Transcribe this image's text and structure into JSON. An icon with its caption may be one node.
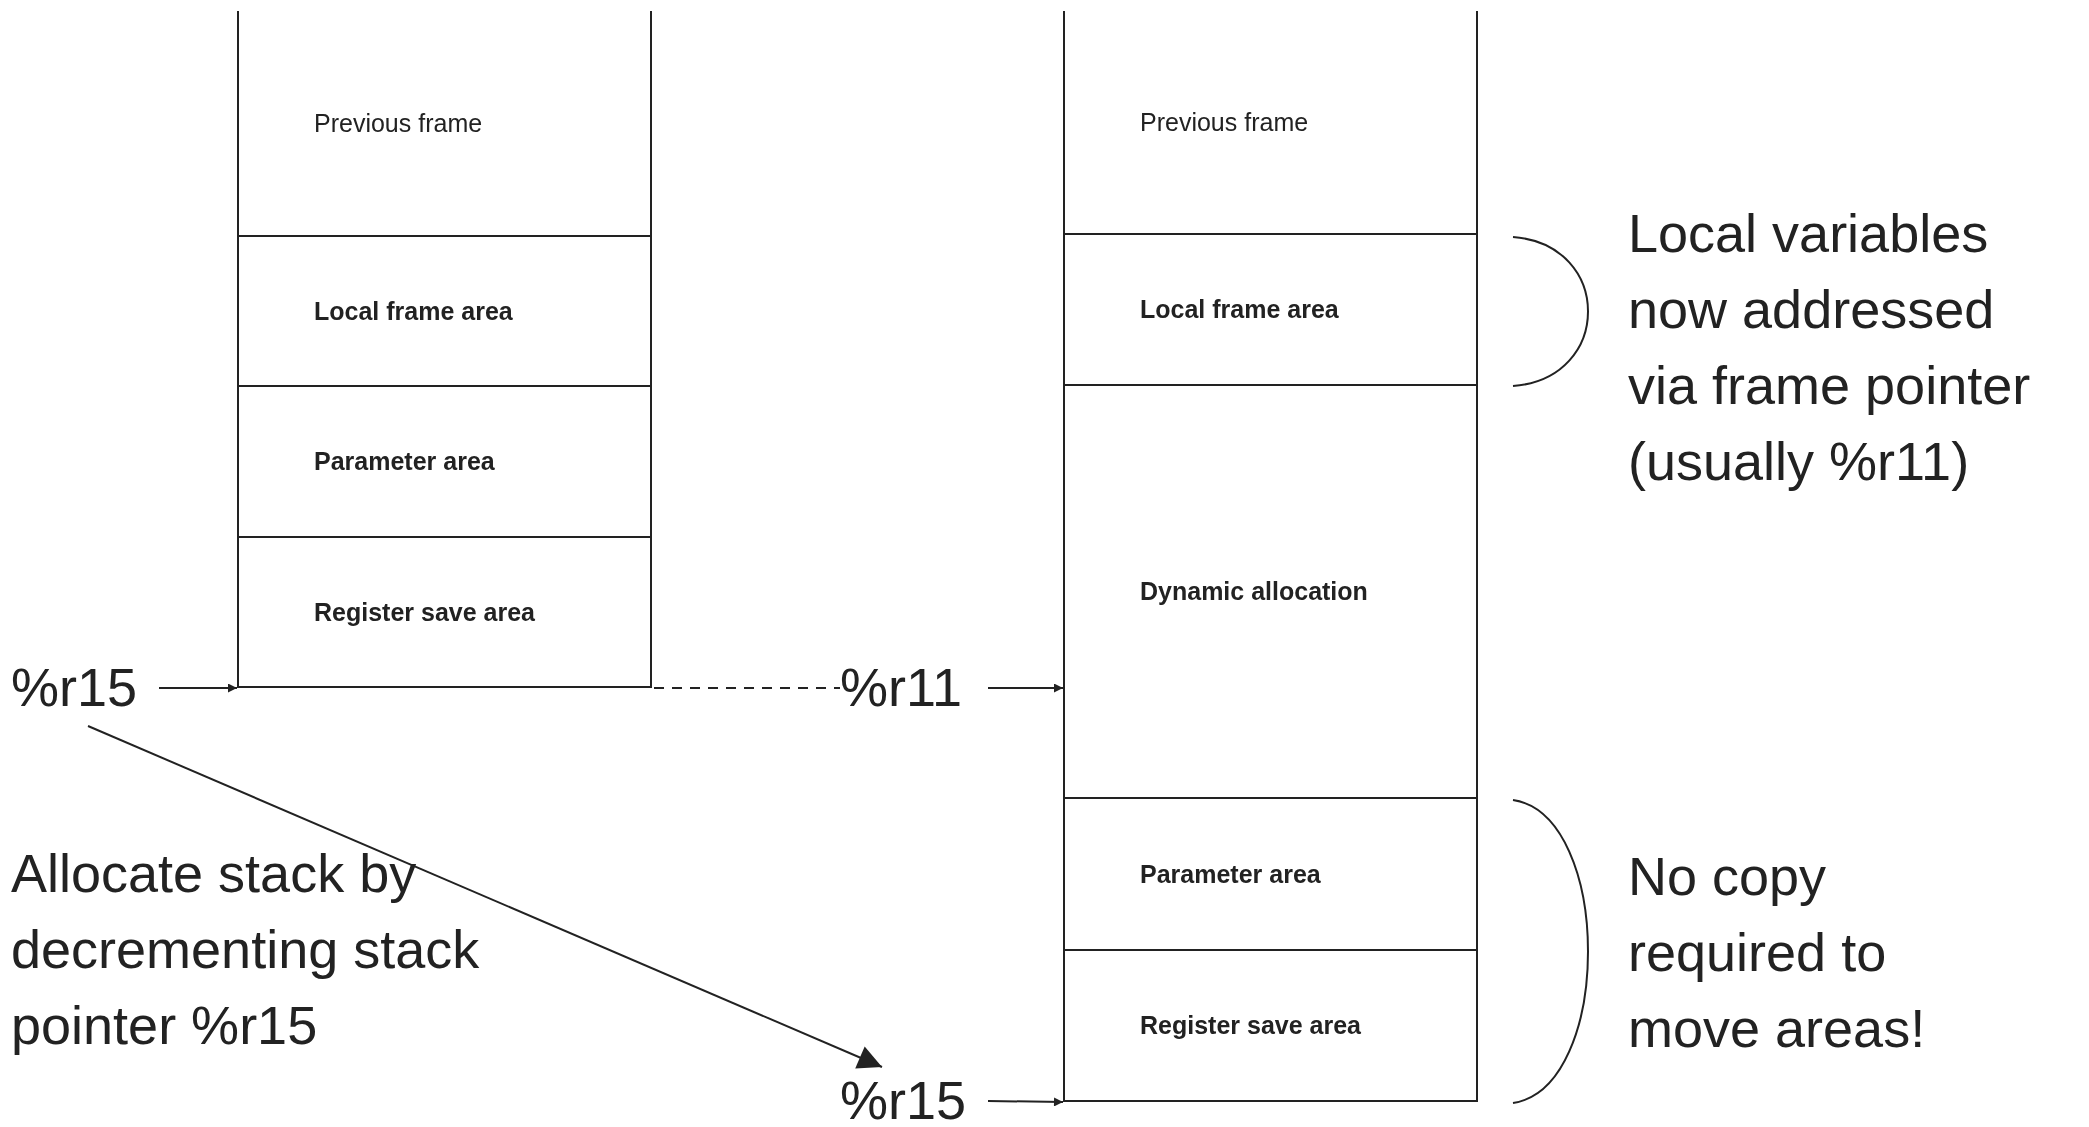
{
  "diagram": {
    "nodes": [
      {
        "text": [
          "Previous frame"
        ]
      },
      {
        "text": [
          "Local frame area"
        ]
      },
      {
        "text": [
          "Parameter area"
        ]
      },
      {
        "text": [
          "Register save area"
        ]
      },
      {
        "text": [
          "Previous frame"
        ]
      },
      {
        "text": [
          "Local frame area"
        ]
      },
      {
        "text": [
          "Dynamic allocation"
        ]
      },
      {
        "text": [
          "Parameter area"
        ]
      },
      {
        "text": [
          "Register save area"
        ]
      },
      {
        "text": [
          "%r15"
        ]
      },
      {
        "text": [
          "%r11"
        ]
      },
      {
        "text": [
          "%r15"
        ]
      }
    ],
    "edges": [
      {
        "from": 9,
        "to": 3,
        "arrow": "to"
      },
      {
        "from": 9,
        "to": 11,
        "arrow": "to"
      },
      {
        "from": 3,
        "to": 10,
        "arrow": "none",
        "style": "dashed"
      },
      {
        "from": 10,
        "to": 6,
        "arrow": "to"
      },
      {
        "from": 11,
        "to": 8,
        "arrow": "to"
      }
    ],
    "labels": [
      "Local variables now addressed via frame pointer (usually %r11)",
      "Allocate stack by decrementing stack pointer %r15",
      "No copy required to move areas!"
    ]
  }
}
